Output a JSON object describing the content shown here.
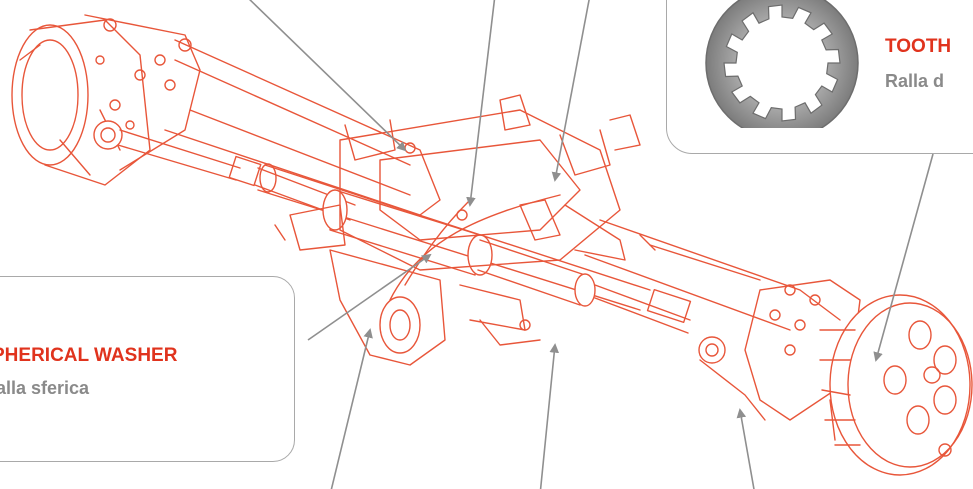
{
  "colors": {
    "accent": "#e0331d",
    "drawing": "#e8563a",
    "leader": "#8f8f8f",
    "subtitle": "#8a8a8a",
    "border": "#a9a9a9"
  },
  "callouts": {
    "left": {
      "title": "PHERICAL WASHER",
      "subtitle": "alla sferica"
    },
    "right": {
      "title": "TOOTH",
      "subtitle": "Ralla d"
    }
  },
  "icons": {
    "part_image": "toothed-washer-icon",
    "axle": "axle-drawing-icon"
  }
}
